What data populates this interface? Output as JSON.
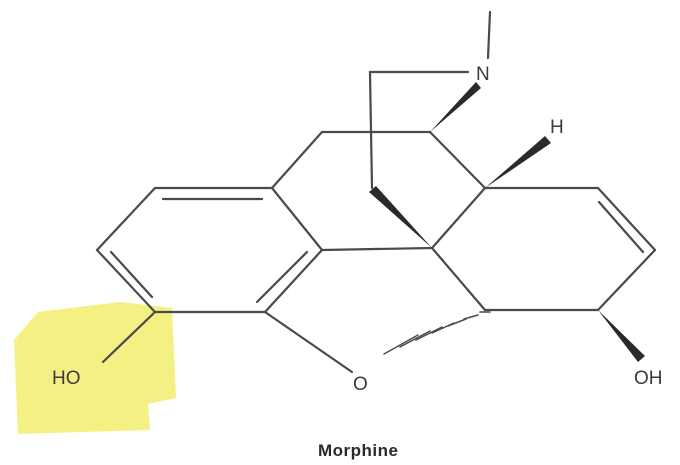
{
  "molecule": {
    "name": "Morphine",
    "atoms": {
      "nitrogen": "N",
      "hydrogen": "H",
      "oxygen_bridge": "O",
      "hydroxyl_left": "HO",
      "hydroxyl_right": "OH"
    }
  },
  "colors": {
    "highlight": "#f5f084",
    "bond": "#4a4a4a",
    "text": "#3a3a3a"
  }
}
